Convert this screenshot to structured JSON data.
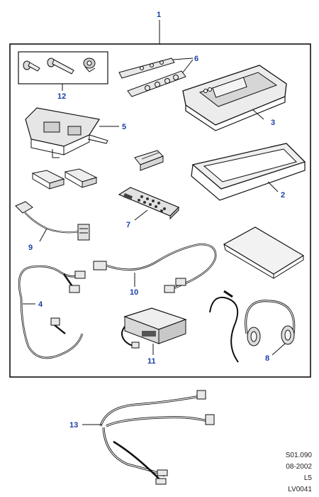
{
  "callouts": {
    "c1": "1",
    "c2": "2",
    "c3": "3",
    "c4": "4",
    "c5": "5",
    "c6": "6",
    "c7": "7",
    "c8": "8",
    "c9": "9",
    "c10": "10",
    "c11": "11",
    "c12": "12",
    "c13": "13"
  },
  "reference": {
    "code": "S01.090",
    "date": "08-2002",
    "level": "L5",
    "illustration": "LV0041"
  },
  "colors": {
    "callout": "#1a3fa8",
    "line": "#111111",
    "part_fill": "#e8e8e8"
  }
}
